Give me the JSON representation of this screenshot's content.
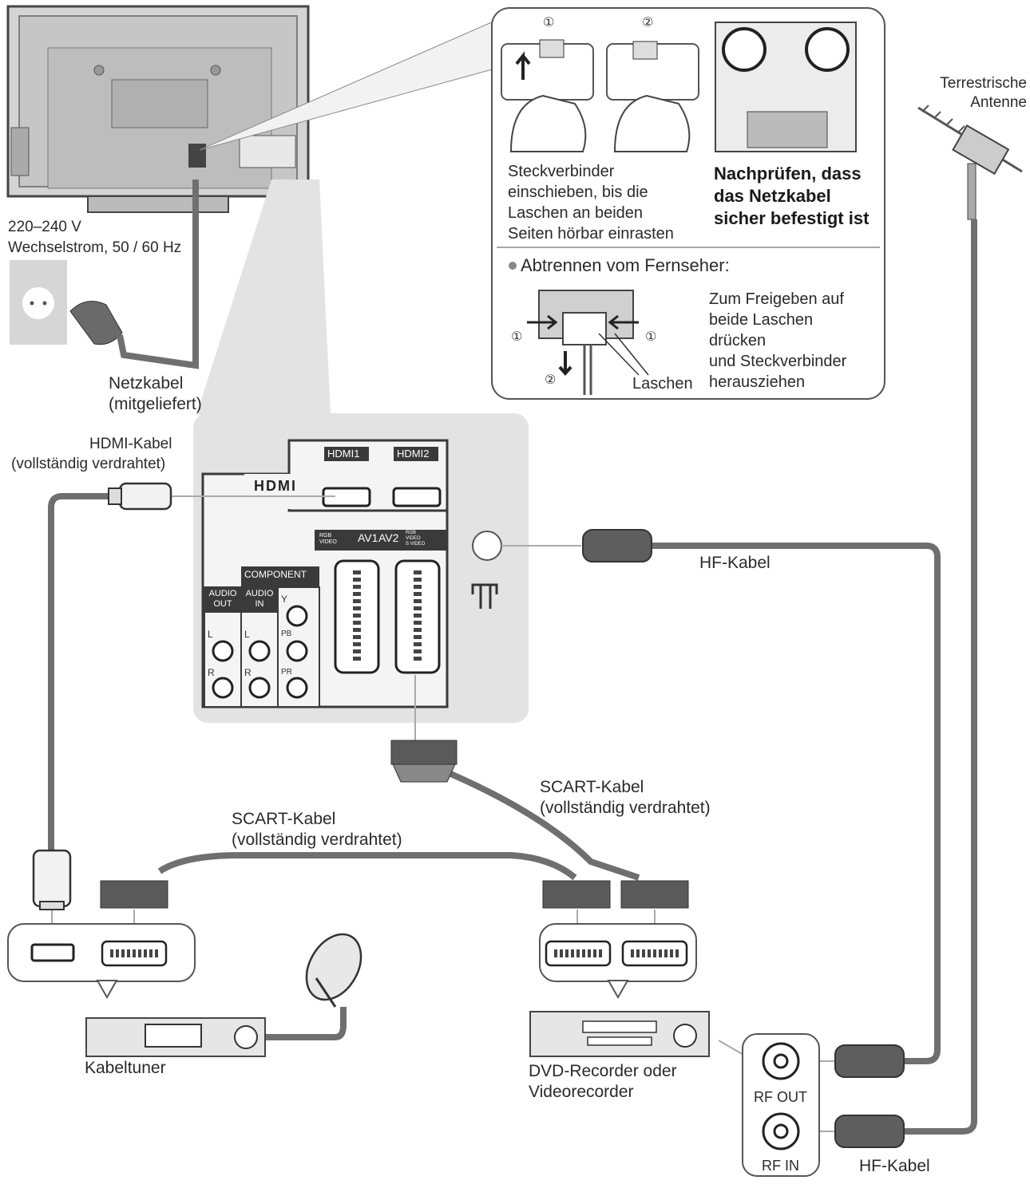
{
  "power": {
    "voltage": "220–240 V",
    "current": "Wechselstrom, 50 / 60 Hz",
    "cable_label": "Netzkabel",
    "cable_note": "(mitgeliefert)"
  },
  "connector_steps": {
    "step1_number": "①",
    "step2_number": "②",
    "insert_instruction": "Steckverbinder\neinschieben, bis die\nLaschen an beiden\nSeiten hörbar einrasten",
    "check_instruction": "Nachprüfen, dass\ndas Netzkabel\nsicher befestigt ist",
    "disconnect_title": "Abtrennen vom Fernseher:",
    "release_instruction": "Zum Freigeben auf\nbeide Laschen\ndrücken\nund Steckverbinder\nherausziehen",
    "tabs_label": "Laschen"
  },
  "antenna": {
    "label": "Terrestrische\nAntenne"
  },
  "panel": {
    "hdmi_logo": "HDMI",
    "hdmi1": "HDMI1",
    "hdmi2": "HDMI2",
    "av1": "AV1",
    "av2": "AV2",
    "component": "COMPONENT",
    "audio_out": "AUDIO\nOUT",
    "audio_in": "AUDIO\nIN",
    "jack_l": "L",
    "jack_r": "R",
    "jack_y": "Y",
    "jack_pb": "PB",
    "jack_pr": "PR",
    "av1_sub": "RGB\nVIDEO",
    "av2_sub": "RGB\nVIDEO\nS VIDEO"
  },
  "cables": {
    "hdmi": "HDMI-Kabel",
    "hdmi_note": "(vollständig verdrahtet)",
    "rf_top": "HF-Kabel",
    "scart_right": "SCART-Kabel",
    "scart_right_note": "(vollständig verdrahtet)",
    "scart_left": "SCART-Kabel",
    "scart_left_note": "(vollständig verdrahtet)",
    "rf_bottom": "HF-Kabel"
  },
  "devices": {
    "tuner": "Kabeltuner",
    "recorder": "DVD-Recorder oder\nVideorecorder",
    "rf_out": "RF OUT",
    "rf_in": "RF IN"
  },
  "colors": {
    "cable": "#6f6f6f",
    "panel_bg": "#e3e3e3",
    "outline": "#3a3a3a",
    "tv_body": "#cfcfcf"
  }
}
